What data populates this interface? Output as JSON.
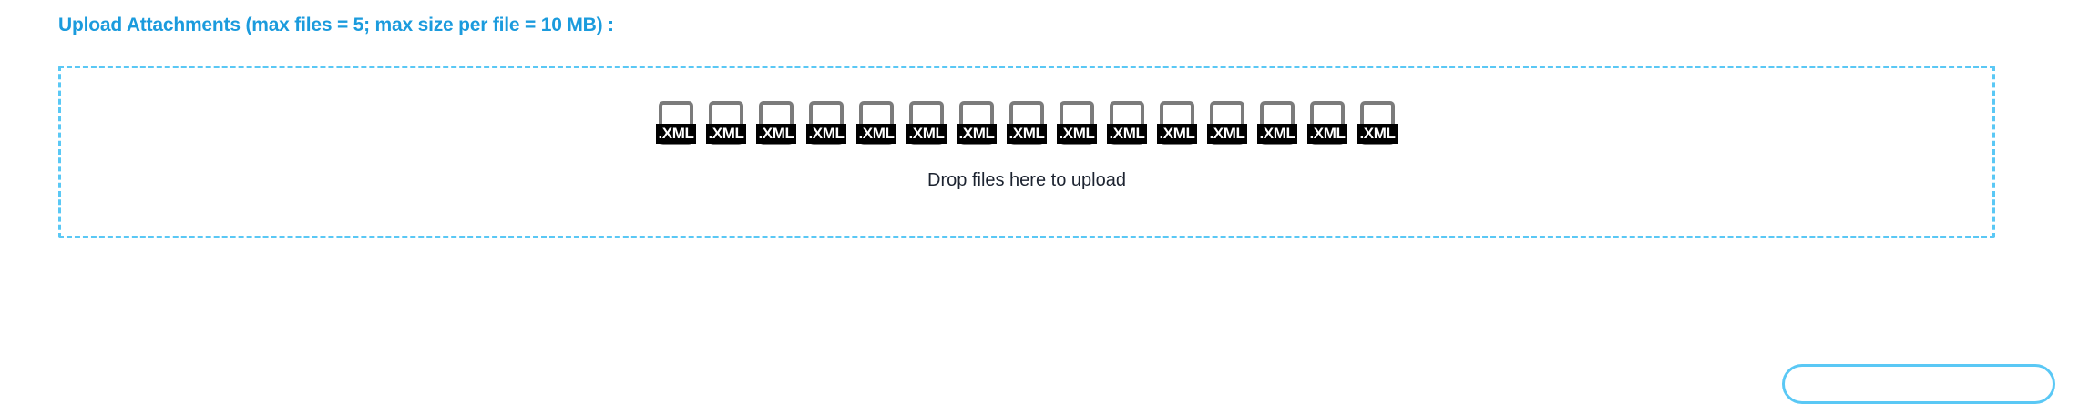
{
  "upload_section": {
    "label": "Upload Attachments (max files = 5; max size per file = 10 MB) :",
    "label_color": "#1b9bdd",
    "dropzone": {
      "border_color": "#5ac8f5",
      "hint_text": "Drop files here to upload",
      "hint_color": "#1c2330",
      "files": [
        {
          "ext_label": ".XML"
        },
        {
          "ext_label": ".XML"
        },
        {
          "ext_label": ".XML"
        },
        {
          "ext_label": ".XML"
        },
        {
          "ext_label": ".XML"
        },
        {
          "ext_label": ".XML"
        },
        {
          "ext_label": ".XML"
        },
        {
          "ext_label": ".XML"
        },
        {
          "ext_label": ".XML"
        },
        {
          "ext_label": ".XML"
        },
        {
          "ext_label": ".XML"
        },
        {
          "ext_label": ".XML"
        },
        {
          "ext_label": ".XML"
        },
        {
          "ext_label": ".XML"
        },
        {
          "ext_label": ".XML"
        }
      ]
    }
  },
  "corner_button": {
    "label": "",
    "border_color": "#5ac8f5"
  }
}
